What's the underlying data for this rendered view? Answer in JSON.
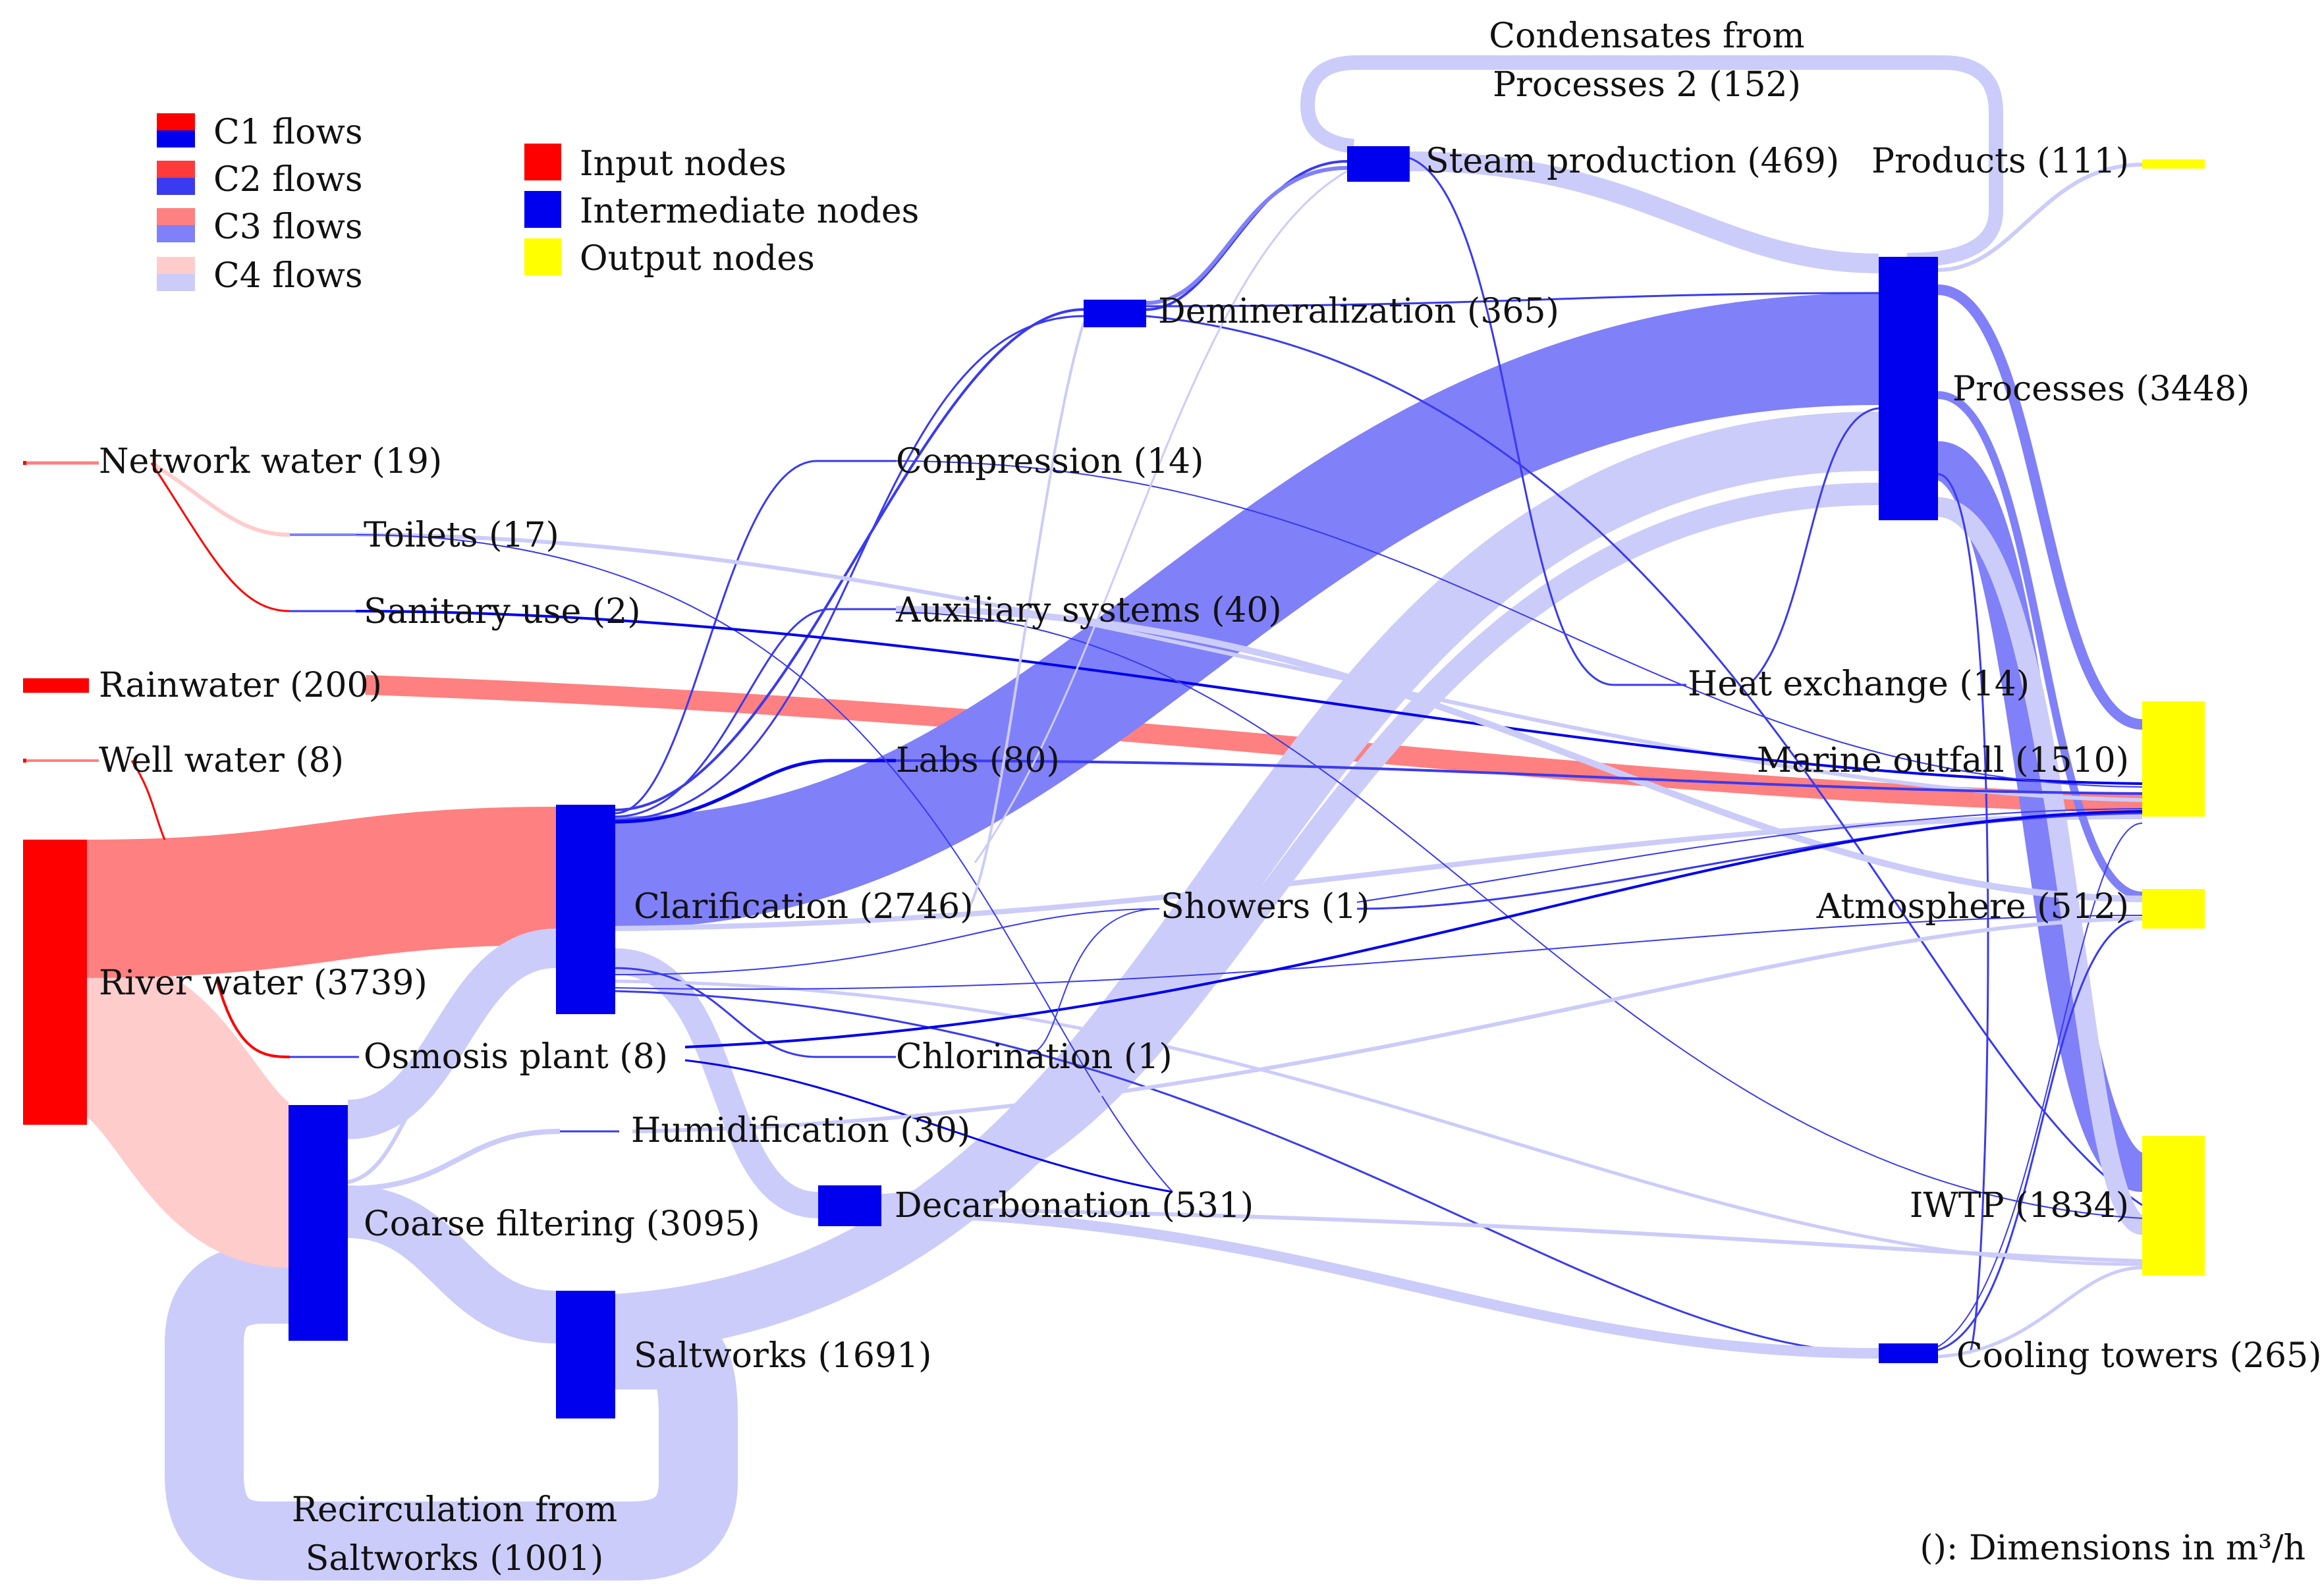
{
  "legend_flows": [
    {
      "label": "C1 flows",
      "colors": [
        "#ff0000",
        "#0000ee"
      ]
    },
    {
      "label": "C2 flows",
      "colors": [
        "#ff3a3a",
        "#3a3af0"
      ]
    },
    {
      "label": "C3 flows",
      "colors": [
        "#ff8080",
        "#8080f8"
      ]
    },
    {
      "label": "C4 flows",
      "colors": [
        "#ffcccc",
        "#ccccfa"
      ]
    }
  ],
  "legend_nodes": [
    {
      "label": "Input nodes",
      "color": "#ff0000"
    },
    {
      "label": "Intermediate nodes",
      "color": "#0000ee"
    },
    {
      "label": "Output nodes",
      "color": "#ffff00"
    }
  ],
  "colors": {
    "input": "#ff0000",
    "intermediate": "#0000ee",
    "output": "#ffff00",
    "c1_red": "#ff0000",
    "c1_blue": "#0000ee",
    "c2_red": "#ff3a3a",
    "c2_blue": "#3a3af0",
    "c3_red": "#ff8080",
    "c3_blue": "#8080f8",
    "c4_red": "#ffcccc",
    "c4_blue": "#ccccfa"
  },
  "nodes": {
    "network_water": {
      "label": "Network water (19)",
      "value": 19,
      "type": "input"
    },
    "rainwater": {
      "label": "Rainwater (200)",
      "value": 200,
      "type": "input"
    },
    "well_water": {
      "label": "Well water (8)",
      "value": 8,
      "type": "input"
    },
    "river_water": {
      "label": "River water (3739)",
      "value": 3739,
      "type": "input"
    },
    "toilets": {
      "label": "Toilets (17)",
      "value": 17,
      "type": "intermediate"
    },
    "sanitary_use": {
      "label": "Sanitary use (2)",
      "value": 2,
      "type": "intermediate"
    },
    "osmosis_plant": {
      "label": "Osmosis plant (8)",
      "value": 8,
      "type": "intermediate"
    },
    "coarse_filtering": {
      "label": "Coarse filtering (3095)",
      "value": 3095,
      "type": "intermediate"
    },
    "clarification": {
      "label": "Clarification (2746)",
      "value": 2746,
      "type": "intermediate"
    },
    "saltworks": {
      "label": "Saltworks (1691)",
      "value": 1691,
      "type": "intermediate"
    },
    "humidification": {
      "label": "Humidification (30)",
      "value": 30,
      "type": "intermediate"
    },
    "compression": {
      "label": "Compression (14)",
      "value": 14,
      "type": "intermediate"
    },
    "auxiliary_systems": {
      "label": "Auxiliary systems (40)",
      "value": 40,
      "type": "intermediate"
    },
    "labs": {
      "label": "Labs (80)",
      "value": 80,
      "type": "intermediate"
    },
    "showers": {
      "label": "Showers (1)",
      "value": 1,
      "type": "intermediate"
    },
    "chlorination": {
      "label": "Chlorination (1)",
      "value": 1,
      "type": "intermediate"
    },
    "decarbonation": {
      "label": "Decarbonation (531)",
      "value": 531,
      "type": "intermediate"
    },
    "demineralization": {
      "label": "Demineralization (365)",
      "value": 365,
      "type": "intermediate"
    },
    "steam_production": {
      "label": "Steam production (469)",
      "value": 469,
      "type": "intermediate"
    },
    "heat_exchange": {
      "label": "Heat exchange (14)",
      "value": 14,
      "type": "intermediate"
    },
    "processes": {
      "label": "Processes (3448)",
      "value": 3448,
      "type": "intermediate"
    },
    "cooling_towers": {
      "label": "Cooling towers (265)",
      "value": 265,
      "type": "intermediate"
    },
    "products": {
      "label": "Products (111)",
      "value": 111,
      "type": "output"
    },
    "marine_outfall": {
      "label": "Marine outfall (1510)",
      "value": 1510,
      "type": "output"
    },
    "atmosphere": {
      "label": "Atmosphere (512)",
      "value": 512,
      "type": "output"
    },
    "iwtp": {
      "label": "IWTP (1834)",
      "value": 1834,
      "type": "output"
    }
  },
  "annotations": {
    "condensates_line1": "Condensates from",
    "condensates_line2": "Processes 2 (152)",
    "recirculation_line1": "Recirculation from",
    "recirculation_line2": "Saltworks (1001)",
    "units_note": "(): Dimensions in m³/h"
  }
}
